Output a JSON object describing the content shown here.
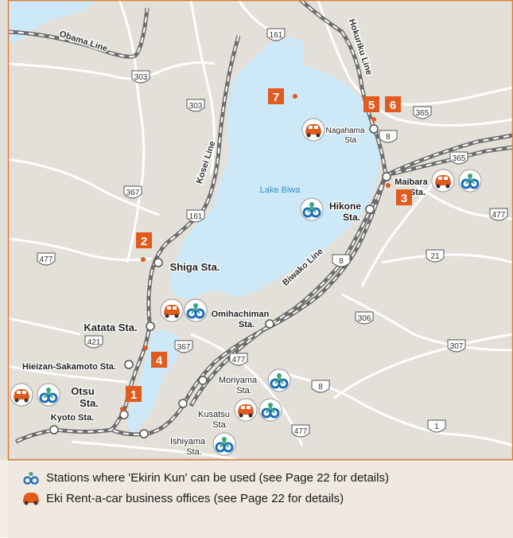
{
  "map": {
    "lake_name": "Lake Biwa",
    "colors": {
      "land": "#e3dfd9",
      "water": "#cde8f6",
      "road": "#ffffff",
      "rail": "#7a7a7a",
      "accent": "#e15a1e",
      "frame": "#e07a2e",
      "ekirin_blue": "#1a6fb8",
      "ekirin_green": "#3aa57a"
    },
    "rail_lines": [
      "Obama Line",
      "Hokuriku Line",
      "Kosei Line",
      "Biwako Line"
    ],
    "route_numbers": [
      "161",
      "303",
      "303",
      "365",
      "367",
      "161",
      "477",
      "8",
      "8",
      "365",
      "21",
      "306",
      "307",
      "421",
      "367",
      "477",
      "8",
      "477",
      "1",
      "477"
    ],
    "stations": [
      {
        "name_line1": "Nagahama",
        "name_line2": "Sta."
      },
      {
        "name_line1": "Maibara",
        "name_line2": "Sta."
      },
      {
        "name_line1": "Hikone",
        "name_line2": "Sta."
      },
      {
        "name_line1": "Shiga Sta.",
        "name_line2": ""
      },
      {
        "name_line1": "Omihachiman",
        "name_line2": "Sta."
      },
      {
        "name_line1": "Katata Sta.",
        "name_line2": ""
      },
      {
        "name_line1": "Hieizan-Sakamoto Sta.",
        "name_line2": ""
      },
      {
        "name_line1": "Otsu",
        "name_line2": "Sta."
      },
      {
        "name_line1": "Kyoto Sta.",
        "name_line2": ""
      },
      {
        "name_line1": "Moriyama",
        "name_line2": "Sta."
      },
      {
        "name_line1": "Kusatsu",
        "name_line2": "Sta."
      },
      {
        "name_line1": "Ishiyama",
        "name_line2": "Sta."
      }
    ],
    "markers": [
      "1",
      "2",
      "3",
      "4",
      "5",
      "6",
      "7"
    ],
    "icons": [
      "car-icon",
      "ekirin-kun-icon"
    ]
  },
  "legend": {
    "items": [
      {
        "icon": "ekirin-kun-icon",
        "label": "Stations where 'Ekirin Kun' can be used (see Page 22 for details)"
      },
      {
        "icon": "car-icon",
        "label": "Eki Rent-a-car business offices (see Page 22 for details)"
      }
    ]
  }
}
